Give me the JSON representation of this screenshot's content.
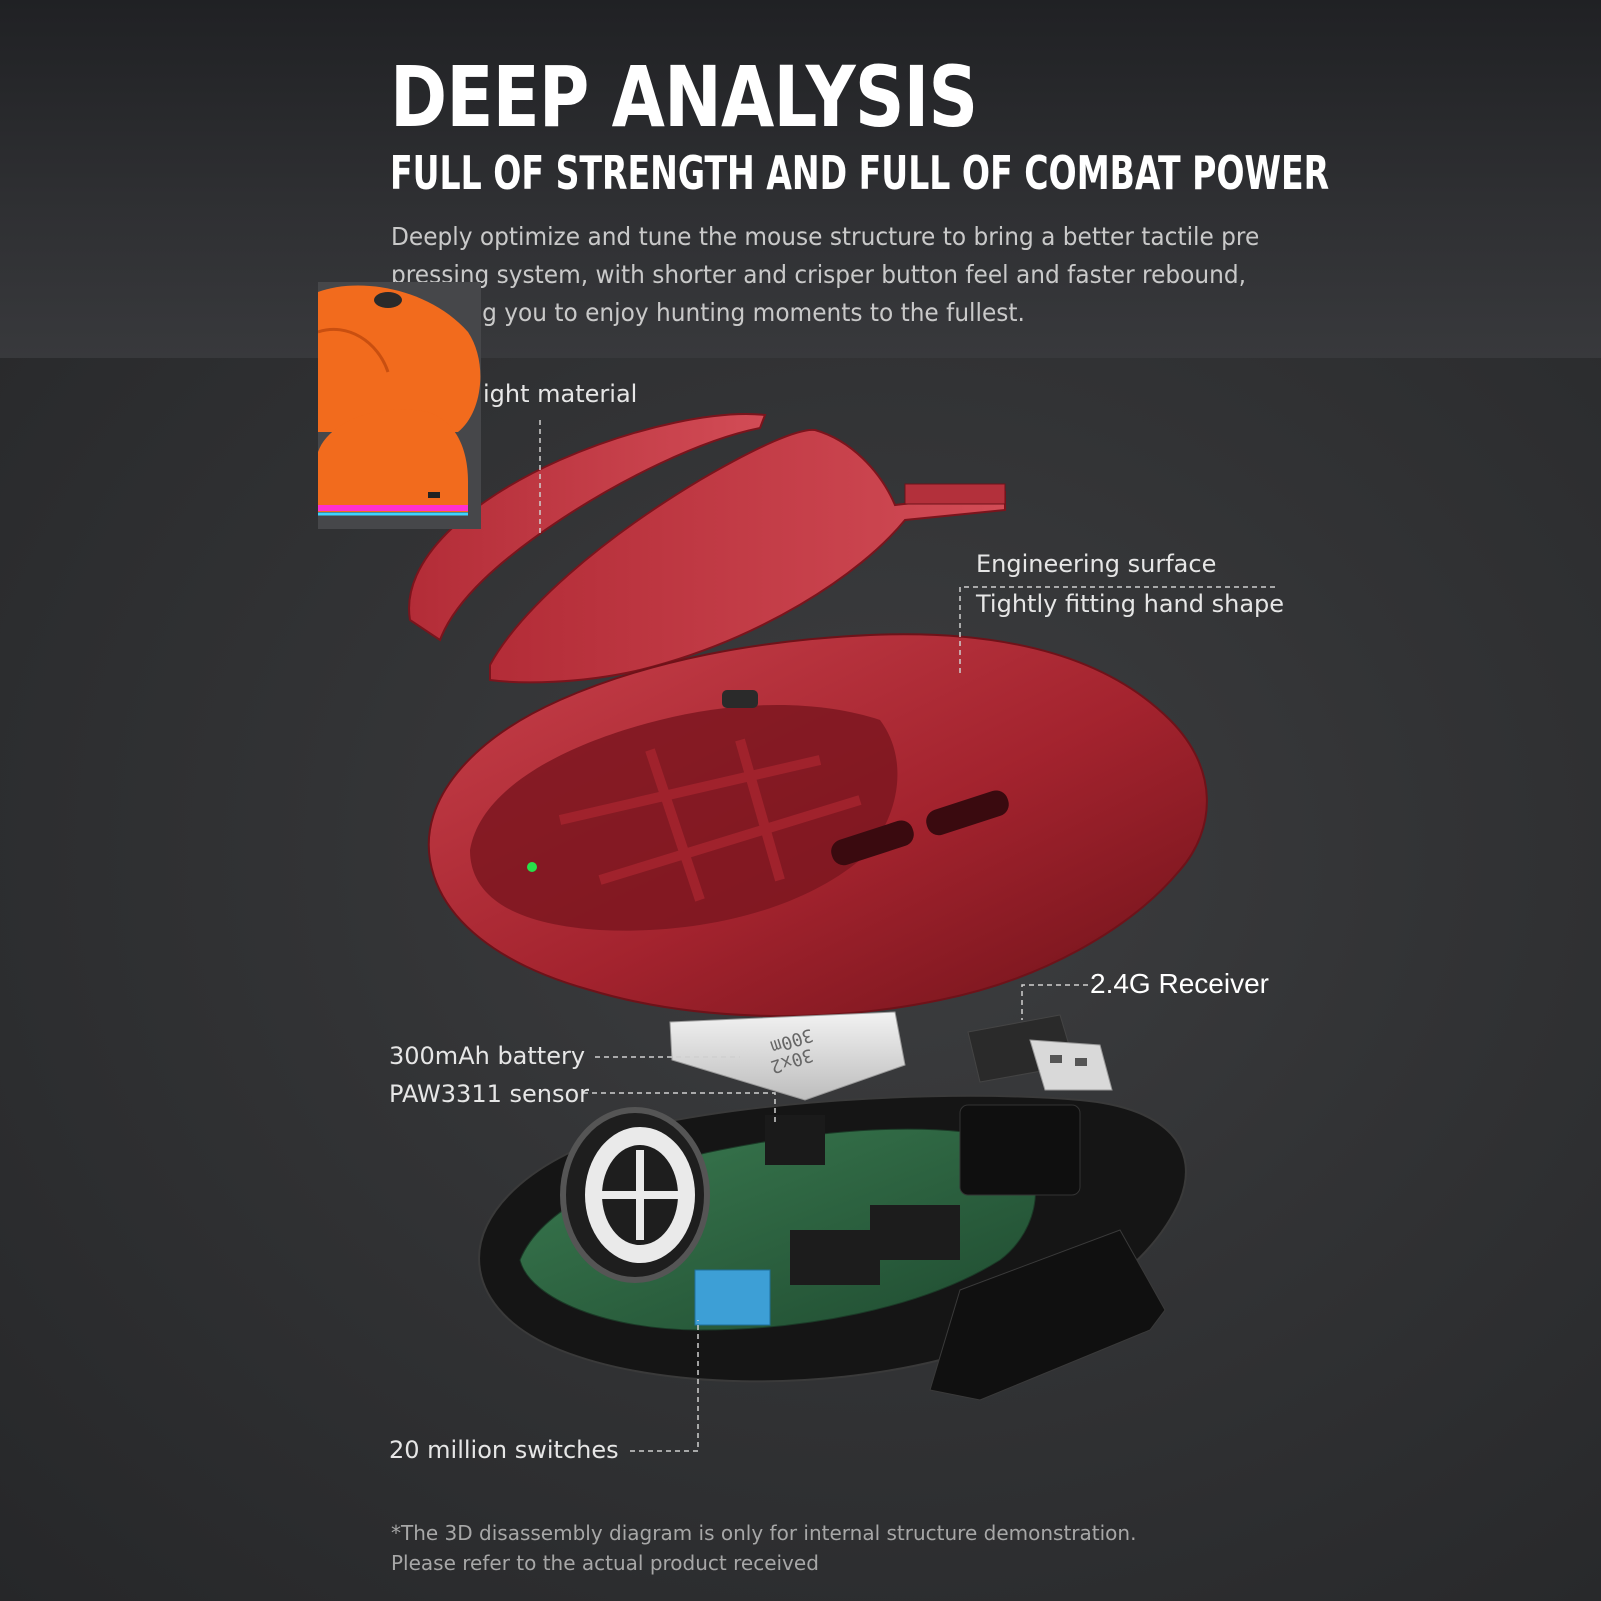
{
  "header": {
    "headline": "DEEP ANALYSIS",
    "subheadline": "FULL OF STRENGTH AND FULL OF COMBAT POWER",
    "intro_lines": [
      "Deeply optimize and tune the mouse structure to bring a better tactile pre",
      "pressing system, with shorter and crisper button feel and faster rebound,",
      "g you to enjoy hunting moments to the fullest."
    ]
  },
  "callouts": {
    "material": "ight material",
    "surface_line1": "Engineering surface",
    "surface_line2": "Tightly fitting hand shape",
    "receiver": "2.4G Receiver",
    "battery": "300mAh battery",
    "sensor": "PAW3311 sensor",
    "switches": "20 million switches"
  },
  "battery_print": [
    "300m",
    "30x2"
  ],
  "footnote": {
    "line1": "*The 3D disassembly diagram is only for internal structure demonstration.",
    "line2": "Please refer to the actual product received"
  },
  "colors": {
    "shell_red": "#a3232e",
    "shell_red_light": "#c9414b",
    "pcb_green": "#2f6b45",
    "switch_blue": "#3d9fd6",
    "inset_orange": "#f26b1d"
  }
}
